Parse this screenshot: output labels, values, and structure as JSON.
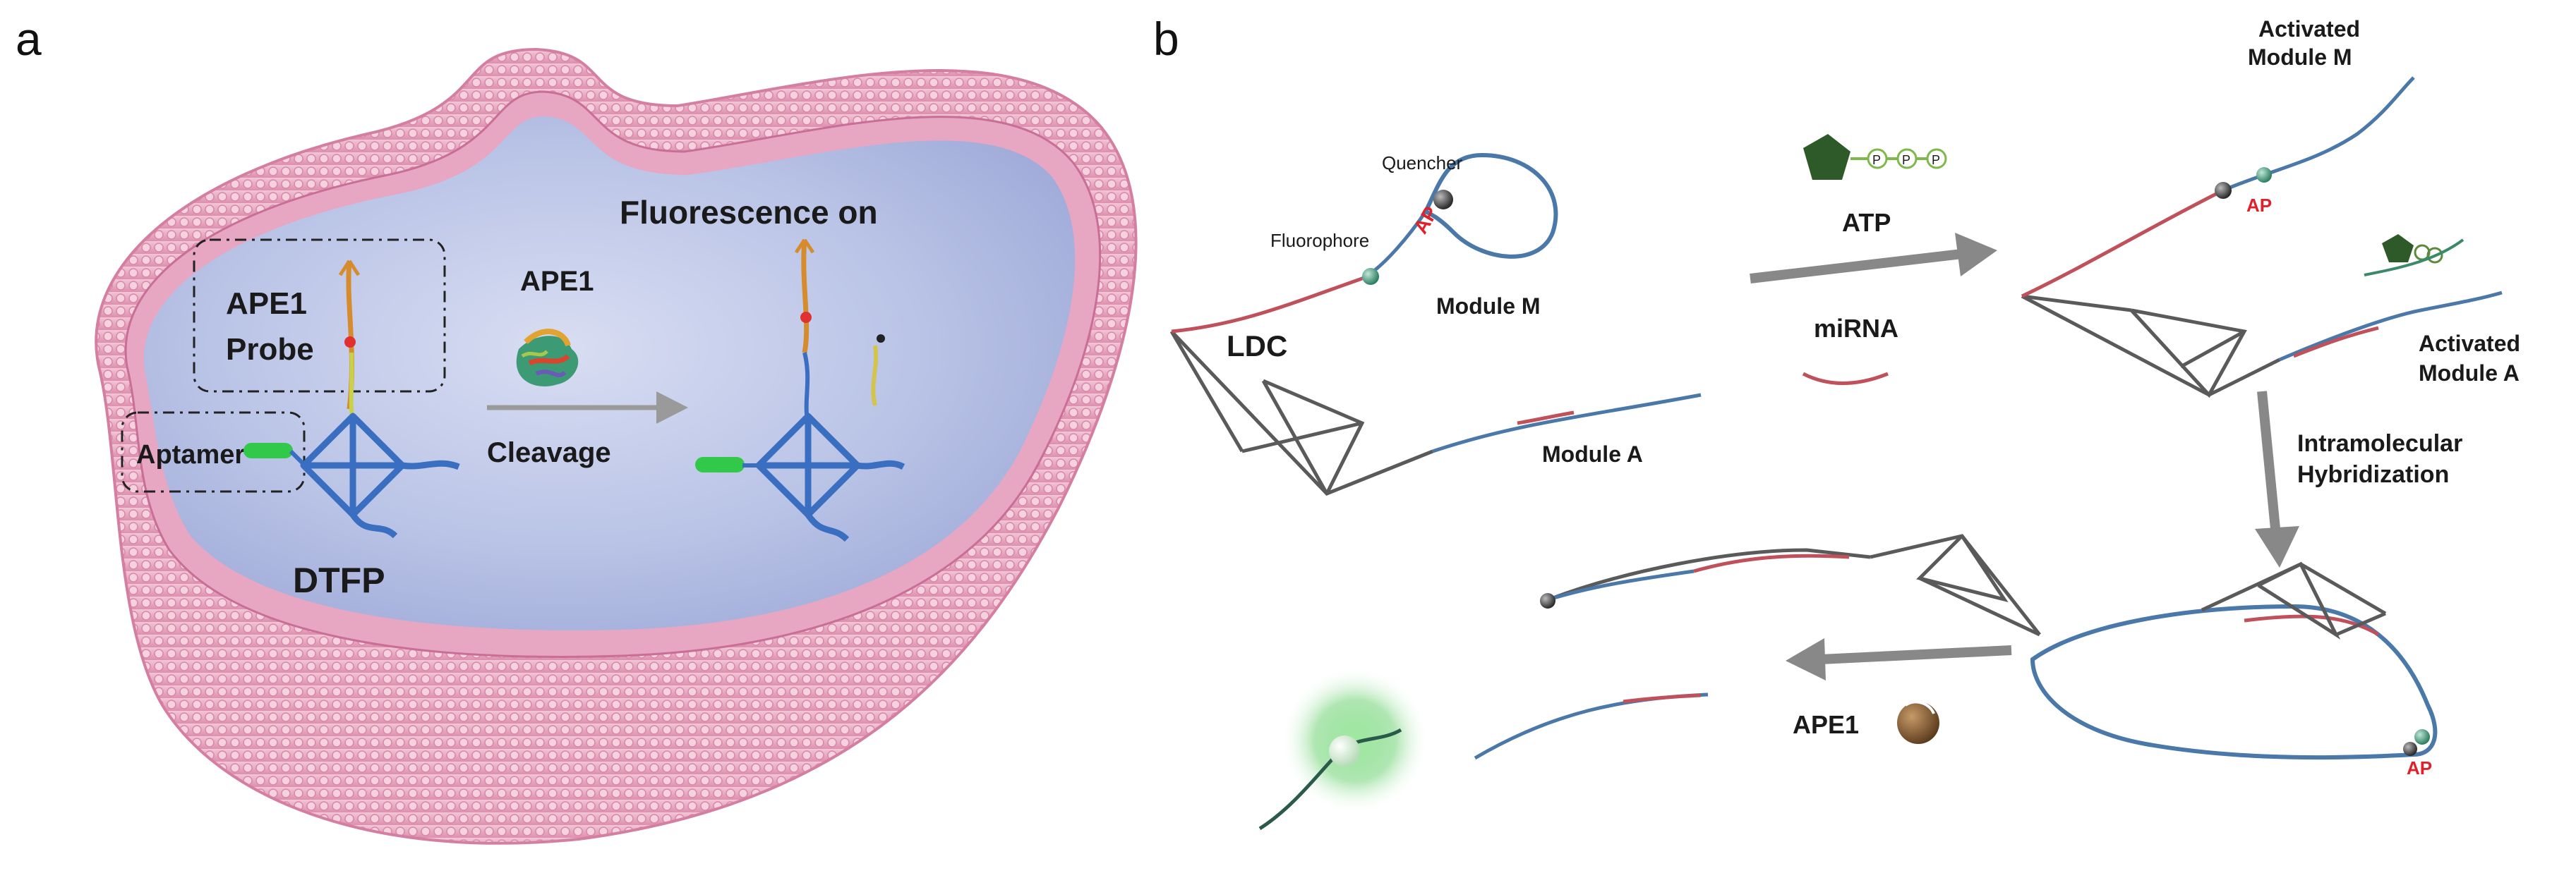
{
  "panels": {
    "a": "a",
    "b": "b"
  },
  "panel_a": {
    "probe_label_line1": "APE1",
    "probe_label_line2": "Probe",
    "aptamer_label": "Aptamer",
    "construct_label": "DTFP",
    "enzyme_label": "APE1",
    "arrow_label": "Cleavage",
    "result_label": "Fluorescence on"
  },
  "panel_b": {
    "quencher_label": "Quencher",
    "ap_label": "AP",
    "fluorophore_label": "Fluorophore",
    "module_m_label": "Module M",
    "ldc_label": "LDC",
    "module_a_label": "Module A",
    "atp_label": "ATP",
    "mirna_label": "miRNA",
    "activated_m_line1": "Activated",
    "activated_m_line2": "Module M",
    "activated_a_line1": "Activated",
    "activated_a_line2": "Module A",
    "hybridization_line1": "Intramolecular",
    "hybridization_line2": "Hybridization",
    "ape1_label": "APE1",
    "phosphate_symbol": "P"
  },
  "colors": {
    "membrane_pink": "#e9a2bd",
    "interior_blue": "#b9c3e6",
    "dna_blue": "#4a78a8",
    "dna_red": "#c0505a",
    "scaffold_gray": "#5a5a5a",
    "fluor_green": "#3fc24a",
    "atp_green": "#2e5a2a",
    "ape1_brown": "#8a6036",
    "ap_red": "#e0202a"
  }
}
